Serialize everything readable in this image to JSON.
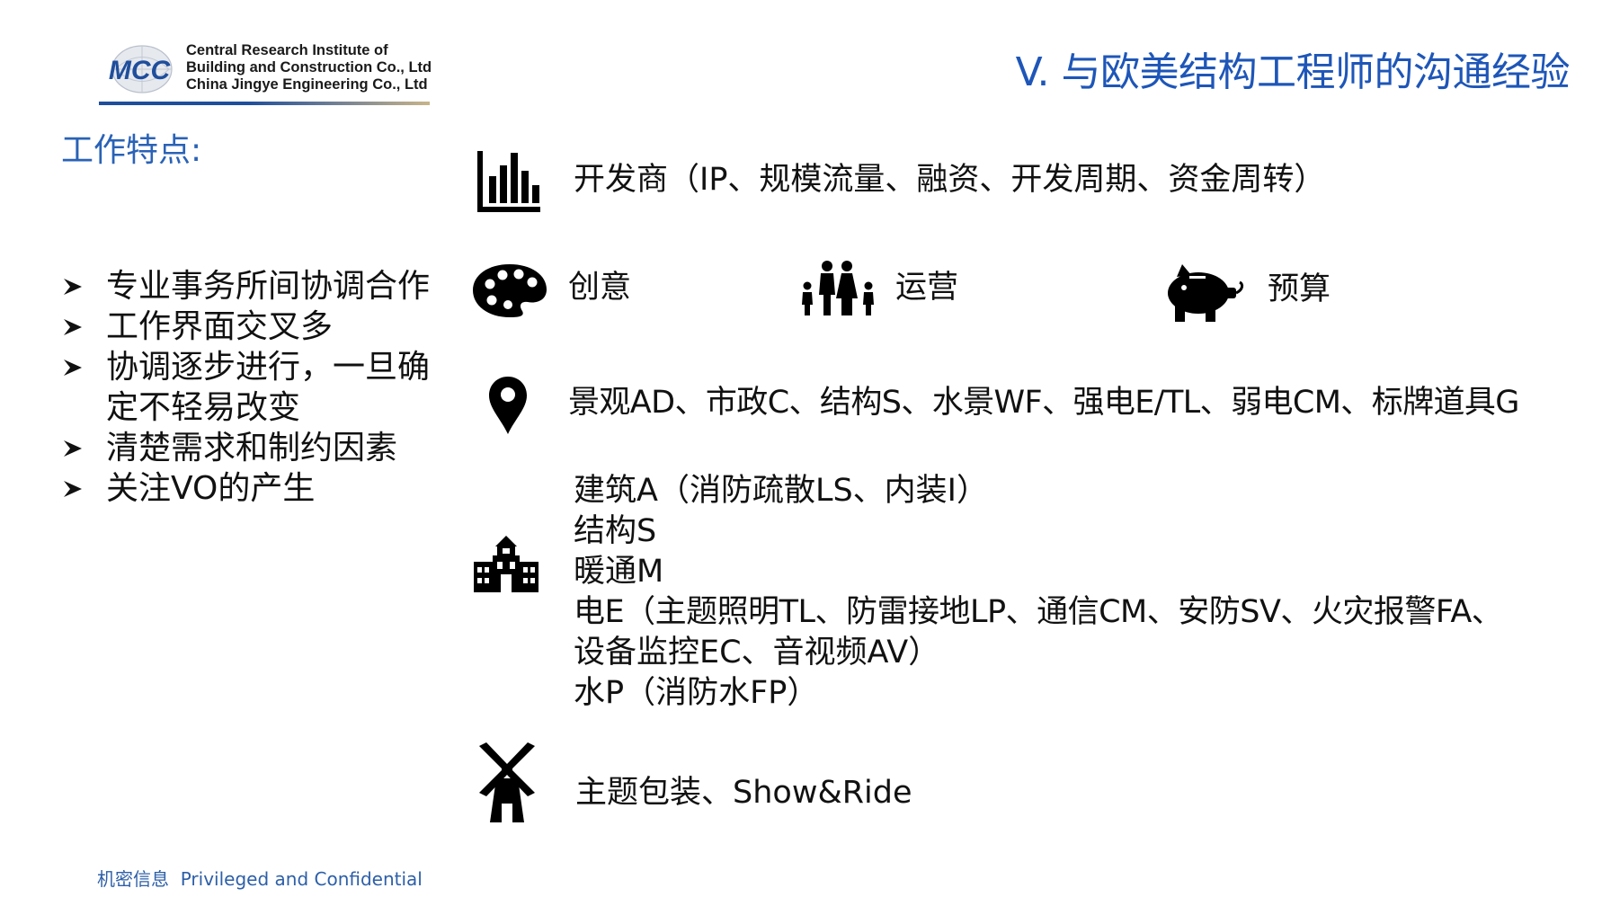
{
  "header": {
    "logo": {
      "mark_text": "MCC",
      "lines": [
        "Central Research Institute of",
        "Building and Construction Co., Ltd",
        "China Jingye Engineering Co., Ltd"
      ]
    },
    "title": "V. 与欧美结构工程师的沟通经验"
  },
  "left": {
    "heading": "工作特点:",
    "bullets": [
      "专业事务所间协调合作",
      "工作界面交叉多",
      "协调逐步进行，一旦确定不轻易改变",
      "清楚需求和制约因素",
      "关注VO的产生"
    ]
  },
  "right": {
    "developer": {
      "icon": "bar-chart-icon",
      "text": "开发商（IP、规模流量、融资、开发周期、资金周转）"
    },
    "factors": [
      {
        "icon": "palette-icon",
        "label": "创意"
      },
      {
        "icon": "family-icon",
        "label": "运营"
      },
      {
        "icon": "piggy-bank-icon",
        "label": "预算"
      }
    ],
    "landscape": {
      "icon": "location-pin-icon",
      "text": "景观AD、市政C、结构S、水景WF、强电E/TL、弱电CM、标牌道具G"
    },
    "building": {
      "icon": "school-building-icon",
      "lines": [
        "建筑A（消防疏散LS、内装I）",
        "结构S",
        "暖通M",
        "电E（主题照明TL、防雷接地LP、通信CM、安防SV、火灾报警FA、",
        "设备监控EC、音视频AV）",
        "水P（消防水FP）"
      ]
    },
    "theme": {
      "icon": "windmill-icon",
      "text": "主题包装、Show&Ride"
    }
  },
  "footer": {
    "zh": "机密信息",
    "en": "Privileged and Confidential"
  },
  "colors": {
    "title_blue": "#1e56b8",
    "heading_blue": "#2a62b6",
    "footer_blue": "#2d5fa8"
  }
}
